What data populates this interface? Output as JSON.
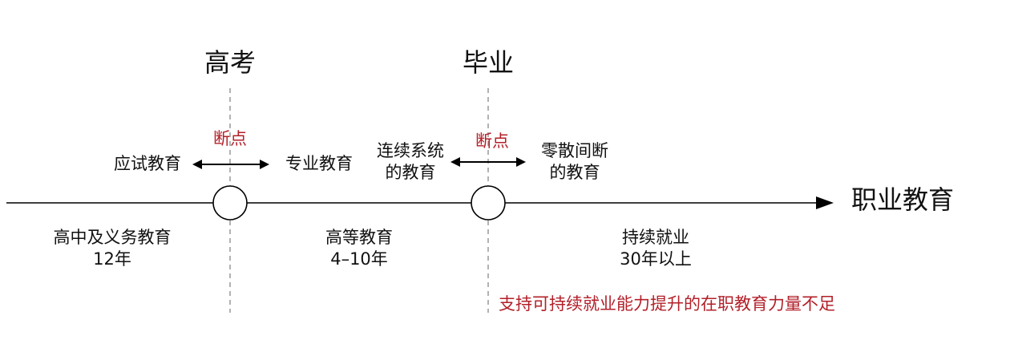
{
  "milestones": {
    "gaokao": "高考",
    "graduation": "毕业"
  },
  "breakpoints": {
    "first": "断点",
    "second": "断点"
  },
  "phases_above": {
    "exam_education": "应试教育",
    "professional_education": "专业教育",
    "continuous_line1": "连续系统",
    "continuous_line2": "的教育",
    "scattered_line1": "零散间断",
    "scattered_line2": "的教育"
  },
  "axis": {
    "end_label": "职业教育"
  },
  "phases_below": {
    "high_school_title": "高中及义务教育",
    "high_school_years": "12年",
    "higher_ed_title": "高等教育",
    "higher_ed_years": "4–10年",
    "employment_title": "持续就业",
    "employment_years": "30年以上"
  },
  "note": "支持可持续就业能力提升的在职教育力量不足",
  "colors": {
    "line": "#000000",
    "dashed": "#999999",
    "accent_red": "#b3202a"
  }
}
